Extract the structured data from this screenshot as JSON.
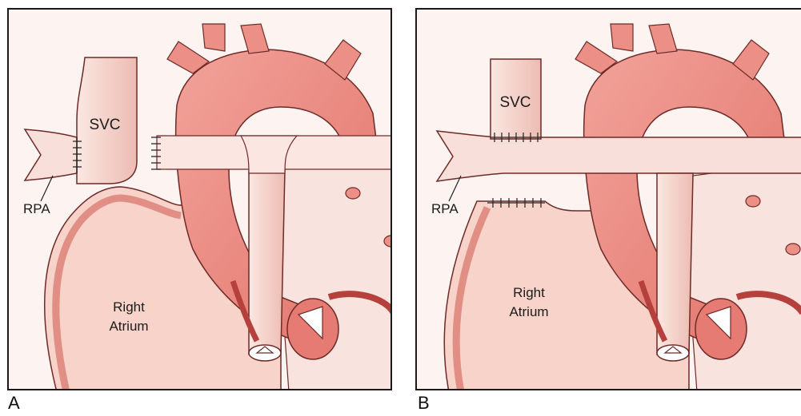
{
  "panels": [
    {
      "letter": "A",
      "labels": {
        "svc": "SVC",
        "rpa": "RPA",
        "atrium_line1": "Right",
        "atrium_line2": "Atrium"
      }
    },
    {
      "letter": "B",
      "labels": {
        "svc": "SVC",
        "rpa": "RPA",
        "atrium_line1": "Right",
        "atrium_line2": "Atrium"
      }
    }
  ],
  "colors": {
    "vessel_fill": "#f7dcd6",
    "aorta_fill": "#ec8f86",
    "atrium_fill": "#f8d4cc",
    "wall_dark": "#c0504d",
    "outline": "#6e2a27"
  }
}
